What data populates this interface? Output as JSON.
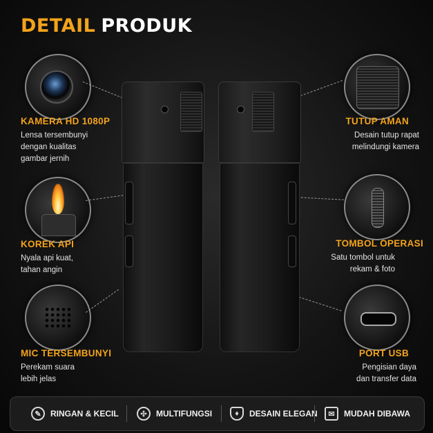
{
  "heading": {
    "accent": "DETAIL",
    "rest": "PRODUK"
  },
  "features": [
    {
      "title": "KAMERA HD 1080P",
      "desc": "Lensa tersembunyi\ndengan kualitas\ngambar jernih"
    },
    {
      "title": "KOREK API",
      "desc": "Nyala api kuat,\ntahan angin"
    },
    {
      "title": "MIC TERSEMBUNYI",
      "desc": "Perekam suara\nlebih jelas"
    },
    {
      "title": "TUTUP AMAN",
      "desc": "Desain tutup rapat\nmelindungi kamera"
    },
    {
      "title": "TOMBOL OPERASI",
      "desc": "Satu tombol untuk\nrekam & foto"
    },
    {
      "title": "PORT USB",
      "desc": "Pengisian daya\ndan transfer data"
    }
  ],
  "bar_items": [
    {
      "label": "RINGAN & KECIL",
      "icon": "feather-icon"
    },
    {
      "label": "MULTIFUNGSI",
      "icon": "multi-function-icon"
    },
    {
      "label": "DESAIN ELEGAN",
      "icon": "shield-icon"
    },
    {
      "label": "MUDAH DIBAWA",
      "icon": "briefcase-icon"
    }
  ],
  "colors": {
    "accent": "#f3a31b",
    "background": "#141414",
    "text": "#ffffff"
  }
}
